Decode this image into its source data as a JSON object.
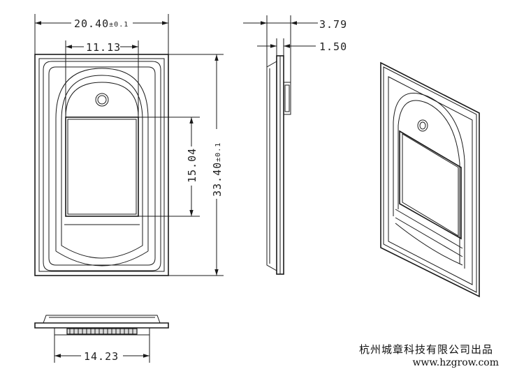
{
  "dimensions": {
    "overall_width": "20.40",
    "overall_width_tol": "±0.1",
    "window_width": "11.13",
    "thickness_total": "3.79",
    "thickness_plate": "1.50",
    "window_height": "15.04",
    "overall_height": "33.40",
    "overall_height_tol": "±0.1",
    "bottom_width": "14.23"
  },
  "credit": {
    "company": "杭州城章科技有限公司出品",
    "url": "www.hzgrow.com"
  }
}
